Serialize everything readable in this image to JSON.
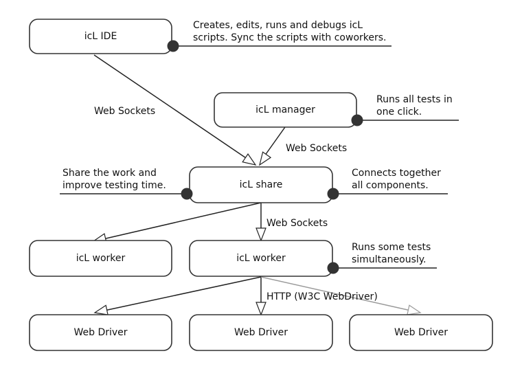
{
  "nodes": {
    "ide": "icL IDE",
    "manager": "icL manager",
    "share": "icL share",
    "worker_left": "icL worker",
    "worker_center": "icL worker",
    "driver_left": "Web Driver",
    "driver_center": "Web Driver",
    "driver_right": "Web Driver"
  },
  "edge_labels": {
    "ide_share": "Web Sockets",
    "manager_share": "Web Sockets",
    "share_worker": "Web Sockets",
    "worker_driver": "HTTP (W3C WebDriver)"
  },
  "notes": {
    "ide": [
      "Creates, edits, runs and debugs icL",
      "scripts. Sync the scripts with coworkers."
    ],
    "manager": [
      "Runs all tests in",
      "one click."
    ],
    "share_left": [
      "Share the work and",
      "improve testing time."
    ],
    "share_right": [
      "Connects together",
      "all components."
    ],
    "worker": [
      "Runs some tests",
      "simultaneously."
    ]
  }
}
